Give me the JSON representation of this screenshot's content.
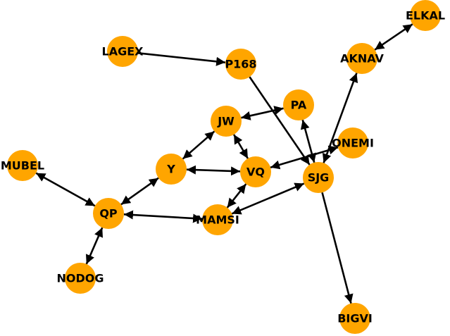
{
  "graph": {
    "node_color": "#FFA500",
    "edge_color": "#000000",
    "nodes": [
      "ELKAL",
      "AKNAV",
      "LAGEX",
      "P168",
      "PA",
      "JW",
      "ONEMI",
      "MUBEL",
      "Y",
      "VQ",
      "SJG",
      "QP",
      "MAMSI",
      "NODOG",
      "BIGVI"
    ],
    "edges": [
      {
        "from": "ELKAL",
        "to": "AKNAV",
        "bidirectional": true
      },
      {
        "from": "AKNAV",
        "to": "SJG",
        "bidirectional": true
      },
      {
        "from": "LAGEX",
        "to": "P168",
        "bidirectional": false
      },
      {
        "from": "P168",
        "to": "SJG",
        "bidirectional": false
      },
      {
        "from": "PA",
        "to": "JW",
        "bidirectional": true
      },
      {
        "from": "PA",
        "to": "SJG",
        "bidirectional": true
      },
      {
        "from": "JW",
        "to": "Y",
        "bidirectional": true
      },
      {
        "from": "JW",
        "to": "VQ",
        "bidirectional": true
      },
      {
        "from": "ONEMI",
        "to": "VQ",
        "bidirectional": true
      },
      {
        "from": "Y",
        "to": "VQ",
        "bidirectional": true
      },
      {
        "from": "Y",
        "to": "QP",
        "bidirectional": true
      },
      {
        "from": "MUBEL",
        "to": "QP",
        "bidirectional": true
      },
      {
        "from": "QP",
        "to": "MAMSI",
        "bidirectional": true
      },
      {
        "from": "NODOG",
        "to": "QP",
        "bidirectional": true
      },
      {
        "from": "VQ",
        "to": "MAMSI",
        "bidirectional": true
      },
      {
        "from": "MAMSI",
        "to": "SJG",
        "bidirectional": true
      },
      {
        "from": "SJG",
        "to": "BIGVI",
        "bidirectional": false
      }
    ]
  }
}
